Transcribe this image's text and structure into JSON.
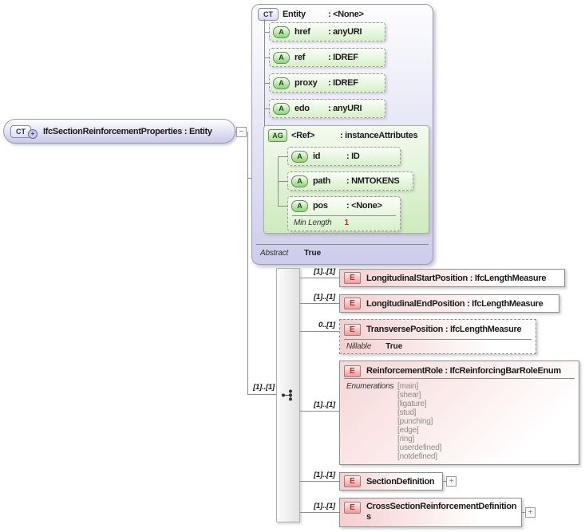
{
  "root": {
    "icon": "CT",
    "plus": "+",
    "title": "IfcSectionReinforcementProperties  :  Entity",
    "collapse_glyph": "−"
  },
  "entity": {
    "icon": "CT",
    "name": "Entity",
    "type": ": <None>",
    "attributes": [
      {
        "icon": "A",
        "name": "href",
        "type": ": anyURI"
      },
      {
        "icon": "A",
        "name": "ref",
        "type": ": IDREF"
      },
      {
        "icon": "A",
        "name": "proxy",
        "type": ": IDREF"
      },
      {
        "icon": "A",
        "name": "edo",
        "type": ": anyURI"
      }
    ],
    "group": {
      "icon": "AG",
      "name": "<Ref>",
      "type": ": instanceAttributes",
      "attributes": [
        {
          "icon": "A",
          "name": "id",
          "type": ": ID"
        },
        {
          "icon": "A",
          "name": "path",
          "type": ": NMTOKENS"
        },
        {
          "icon": "A",
          "name": "pos",
          "type": ": <None>",
          "facet": {
            "name": "Min Length",
            "value": "1"
          }
        }
      ]
    },
    "facet": {
      "name": "Abstract",
      "value": "True"
    }
  },
  "sequence": {
    "cardinality": "[1]..[1]",
    "elements": [
      {
        "icon": "E",
        "cardinality": "[1]..[1]",
        "name": "LongitudinalStartPosition",
        "type": ": IfcLengthMeasure"
      },
      {
        "icon": "E",
        "cardinality": "[1]..[1]",
        "name": "LongitudinalEndPosition",
        "type": ": IfcLengthMeasure"
      },
      {
        "icon": "E",
        "cardinality": "0..[1]",
        "name": "TransversePosition",
        "type": ": IfcLengthMeasure",
        "facet": {
          "name": "Nillable",
          "value": "True"
        }
      },
      {
        "icon": "E",
        "cardinality": "[1]..[1]",
        "name": "ReinforcementRole",
        "type": ": IfcReinforcingBarRoleEnum",
        "enum_label": "Enumerations",
        "enumerations": [
          "[main]",
          "[shear]",
          "[ligature]",
          "[stud]",
          "[punching]",
          "[edge]",
          "[ring]",
          "[userdefined]",
          "[notdefined]"
        ]
      },
      {
        "icon": "E",
        "cardinality": "[1]..[1]",
        "name": "SectionDefinition",
        "type": "",
        "expand_glyph": "+"
      },
      {
        "icon": "E",
        "cardinality": "[1]..[1]",
        "name": "CrossSectionReinforcementDefinitions",
        "type": "",
        "expand_glyph": "+"
      }
    ]
  }
}
